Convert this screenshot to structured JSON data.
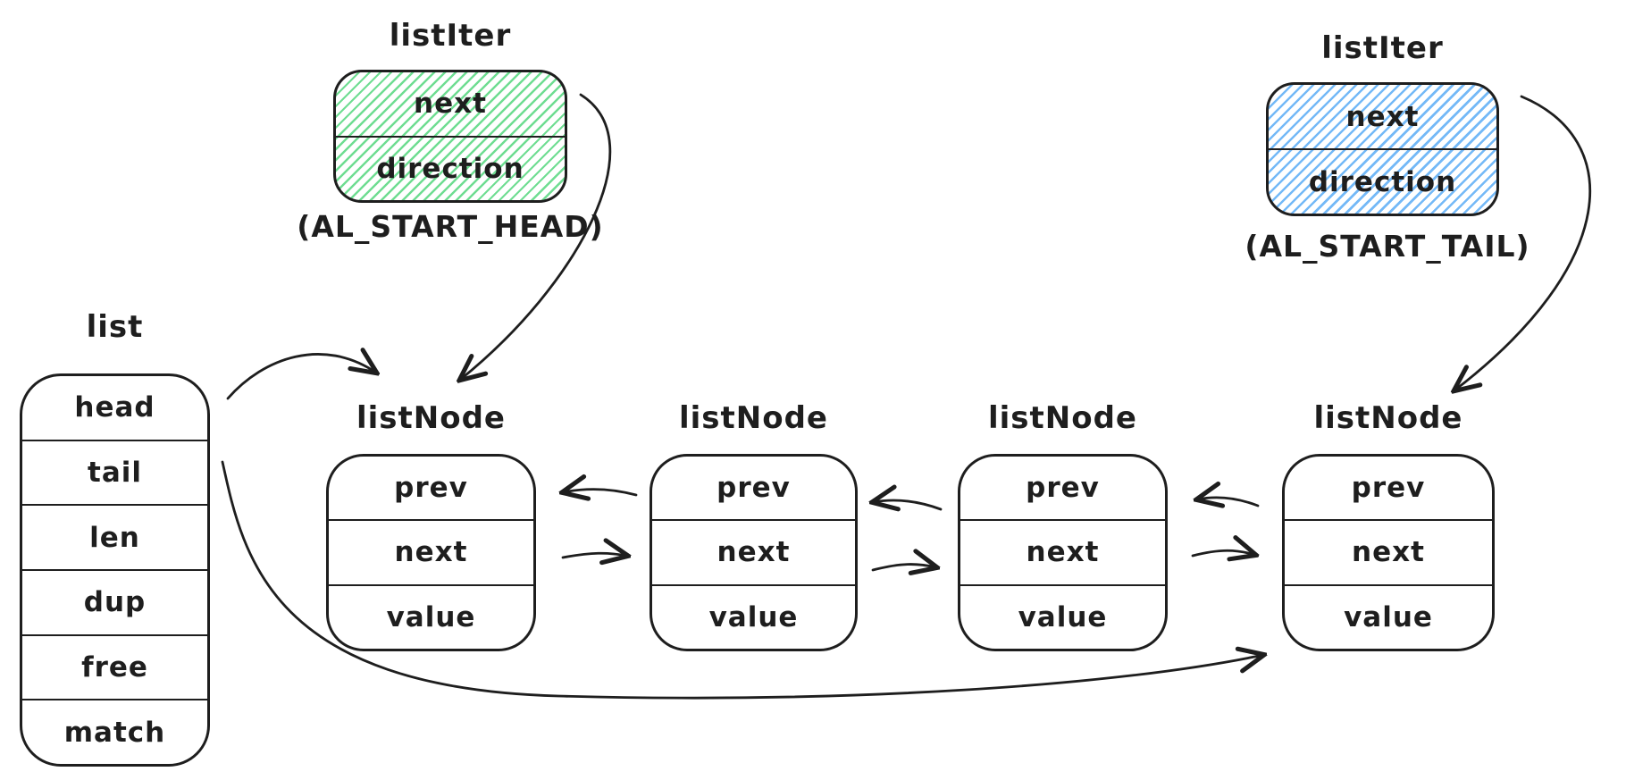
{
  "colors": {
    "stroke": "#1e1e1e",
    "head_iter_fill": "#6fdd92",
    "tail_iter_fill": "#74b9f7"
  },
  "list": {
    "title": "list",
    "fields": [
      "head",
      "tail",
      "len",
      "dup",
      "free",
      "match"
    ]
  },
  "head_iterator": {
    "title": "listIter",
    "fields": [
      "next",
      "direction"
    ],
    "caption": "(AL_START_HEAD)"
  },
  "tail_iterator": {
    "title": "listIter",
    "fields": [
      "next",
      "direction"
    ],
    "caption": "(AL_START_TAIL)"
  },
  "nodes": [
    {
      "title": "listNode",
      "fields": [
        "prev",
        "next",
        "value"
      ]
    },
    {
      "title": "listNode",
      "fields": [
        "prev",
        "next",
        "value"
      ]
    },
    {
      "title": "listNode",
      "fields": [
        "prev",
        "next",
        "value"
      ]
    },
    {
      "title": "listNode",
      "fields": [
        "prev",
        "next",
        "value"
      ]
    }
  ]
}
